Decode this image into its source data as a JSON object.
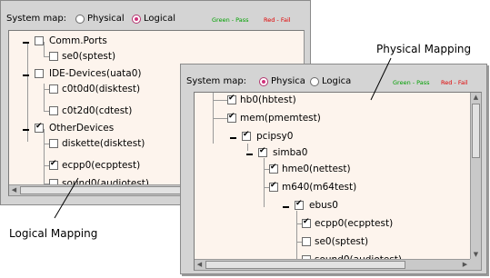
{
  "logical_window": {
    "system_map_label": "System map:",
    "radio_physical": "Physical",
    "radio_logical": "Logical",
    "selected_view": "Logical",
    "legend_pass": "Green - Pass",
    "legend_fail": "Red - Fail",
    "tree": [
      {
        "label": "Comm.Ports",
        "checked": false,
        "expanded": true
      },
      {
        "label": "se0(sptest)",
        "checked": false
      },
      {
        "label": "IDE-Devices(uata0)",
        "checked": false,
        "expanded": true
      },
      {
        "label": "c0t0d0(disktest)",
        "checked": false
      },
      {
        "label": "c0t2d0(cdtest)",
        "checked": false
      },
      {
        "label": "OtherDevices",
        "checked": true,
        "expanded": true
      },
      {
        "label": "diskette(disktest)",
        "checked": false
      },
      {
        "label": "ecpp0(ecpptest)",
        "checked": true
      },
      {
        "label": "sound0(audiotest)",
        "checked": false
      }
    ]
  },
  "physical_window": {
    "system_map_label": "System map:",
    "radio_physical": "Physica",
    "radio_logical": "Logica",
    "selected_view": "Physical",
    "legend_pass": "Green - Pass",
    "legend_fail": "Red - Fail",
    "tree": [
      {
        "label": "hb0(hbtest)",
        "checked": true
      },
      {
        "label": "mem(pmemtest)",
        "checked": true
      },
      {
        "label": "pcipsy0",
        "checked": true,
        "expanded": true
      },
      {
        "label": "simba0",
        "checked": true,
        "expanded": true
      },
      {
        "label": "hme0(nettest)",
        "checked": true
      },
      {
        "label": "m640(m64test)",
        "checked": true
      },
      {
        "label": "ebus0",
        "checked": true,
        "expanded": true
      },
      {
        "label": "ecpp0(ecpptest)",
        "checked": true
      },
      {
        "label": "se0(sptest)",
        "checked": false
      },
      {
        "label": "sound0(audiotest)",
        "checked": false
      }
    ]
  },
  "callouts": {
    "physical": "Physical Mapping",
    "logical": "Logical Mapping"
  },
  "colors": {
    "tree_background": "#fdf4ed",
    "window_background": "#d4d4d4",
    "pass": "#00a000",
    "fail": "#e00000",
    "radio_selected": "#d0327b"
  }
}
